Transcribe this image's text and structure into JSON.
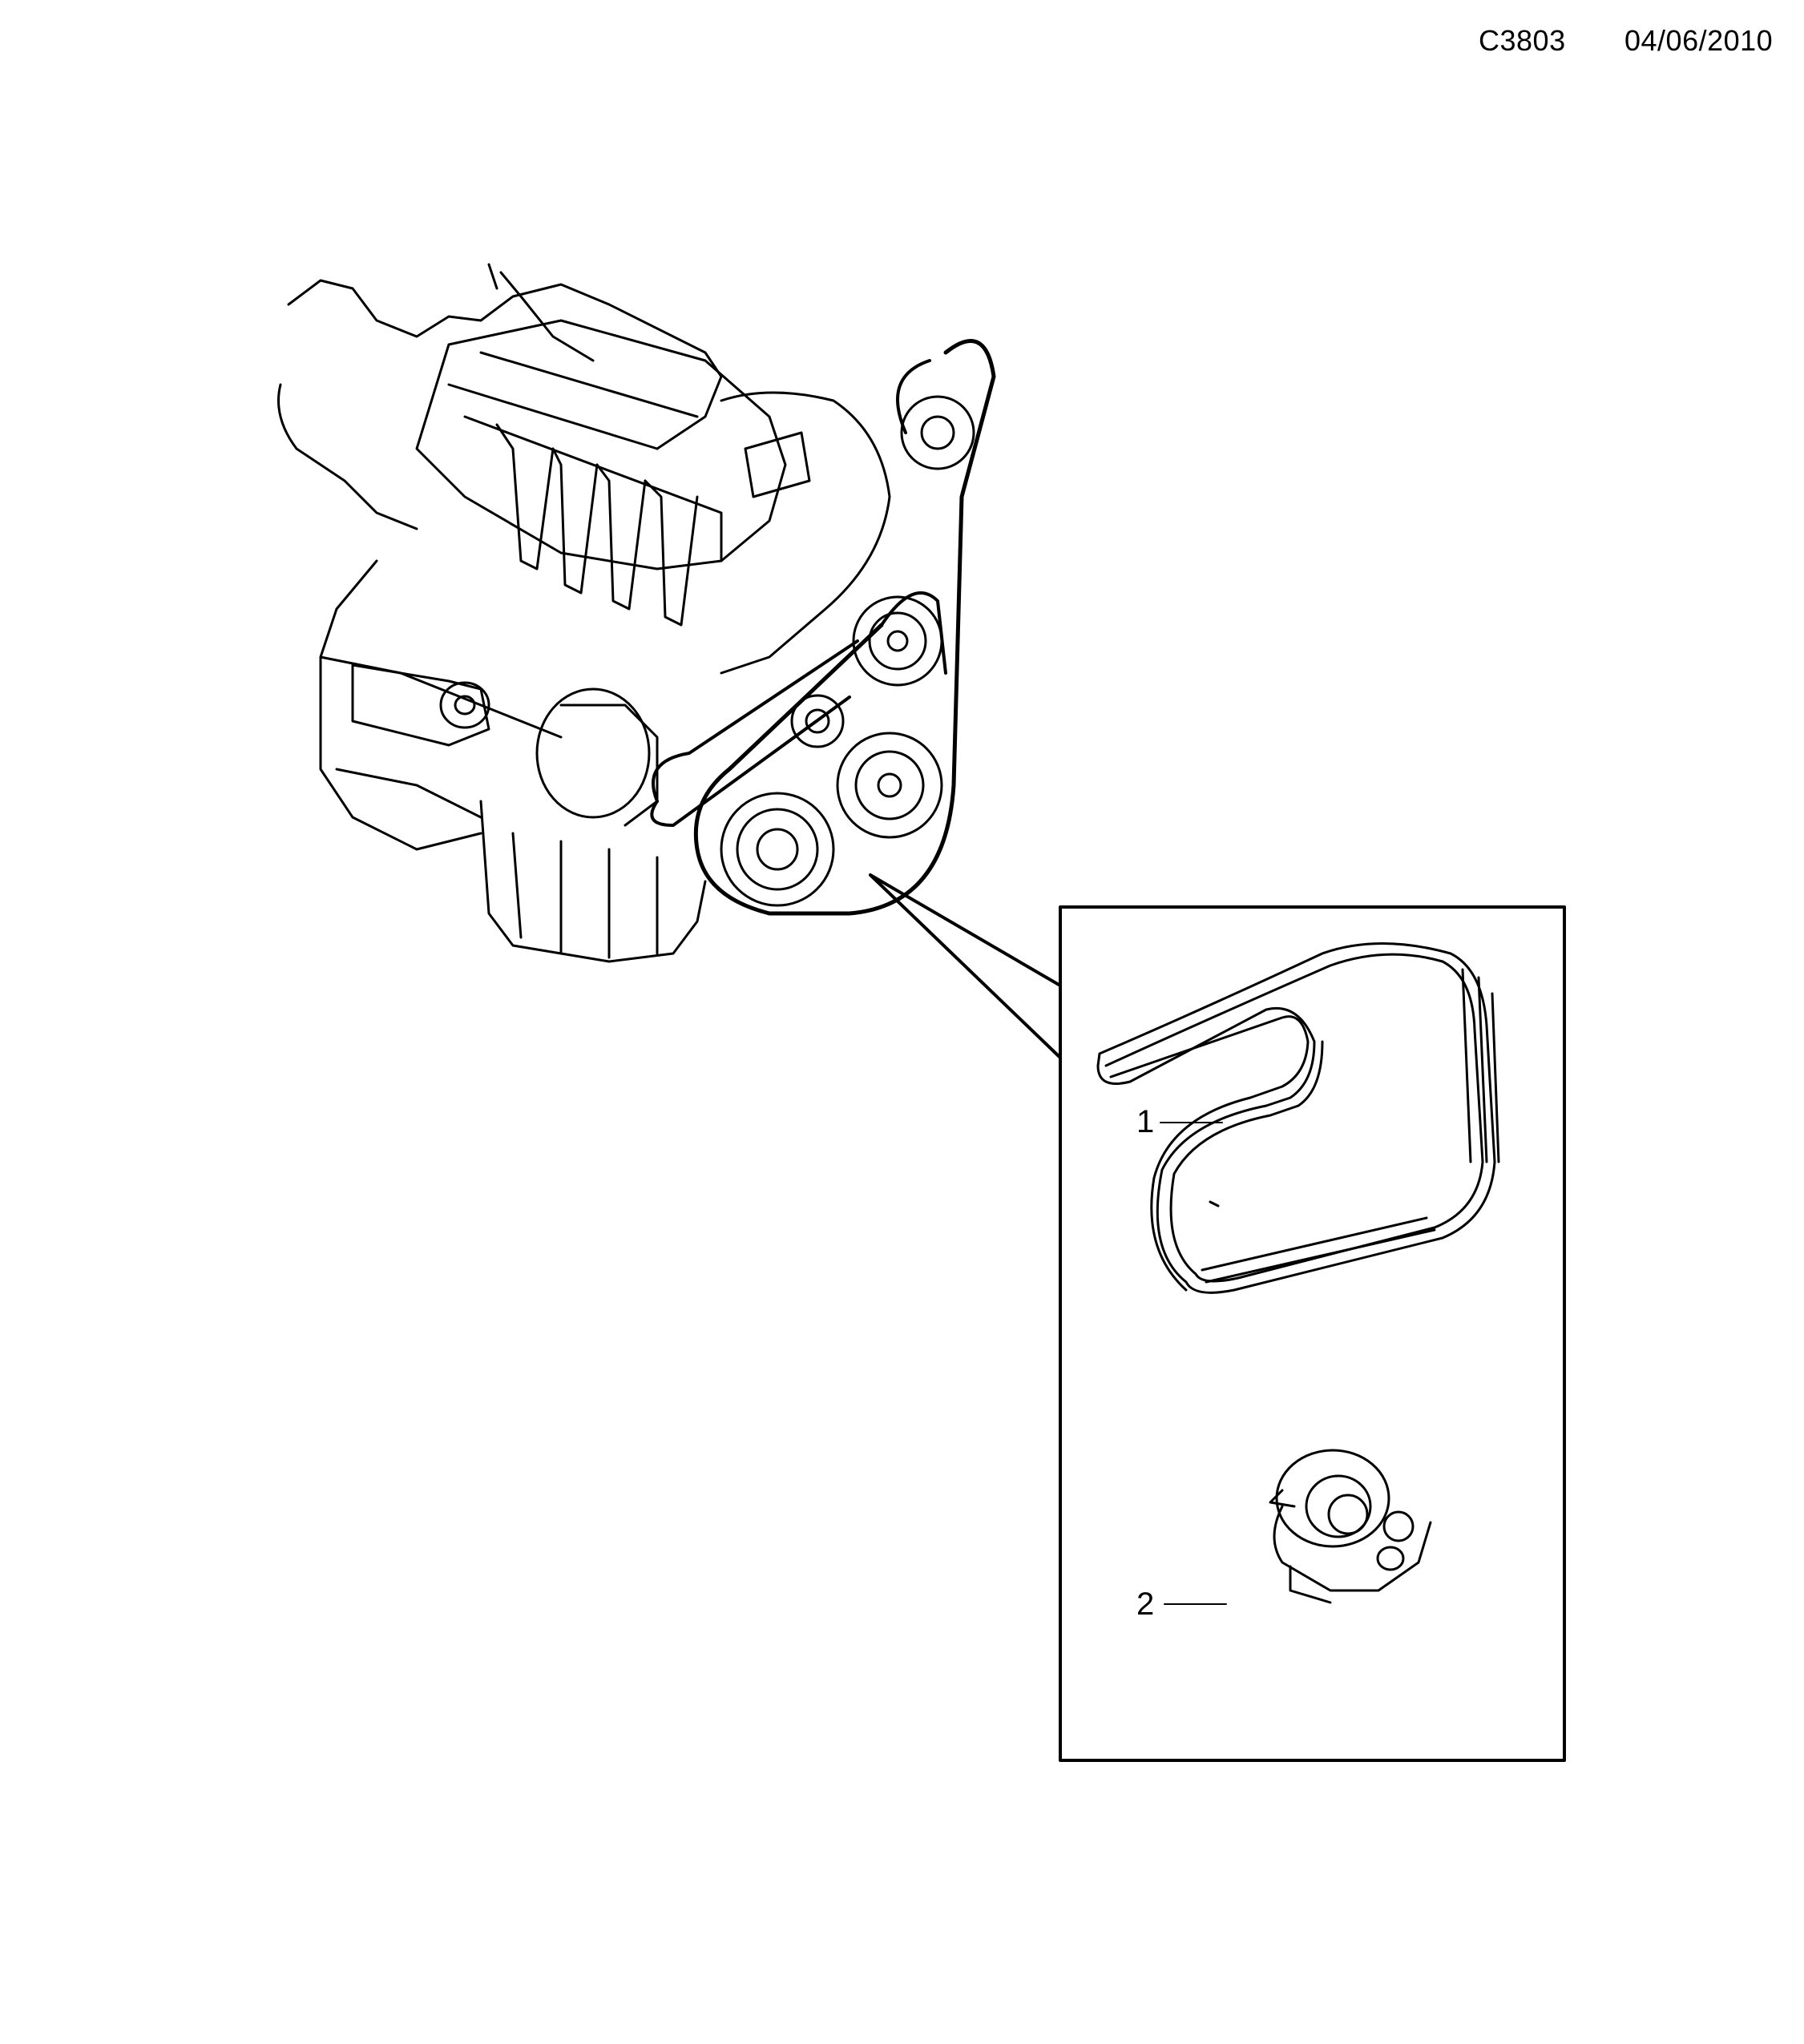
{
  "header": {
    "reference": "C3803",
    "date": "04/06/2010"
  },
  "diagram": {
    "main_view": "engine-assembly-with-accessory-drive-belt",
    "detail_box": {
      "callouts": [
        {
          "number": "1",
          "part": "drive-belt"
        },
        {
          "number": "2",
          "part": "belt-tensioner"
        }
      ]
    }
  },
  "colors": {
    "line": "#000000",
    "background": "#ffffff"
  }
}
